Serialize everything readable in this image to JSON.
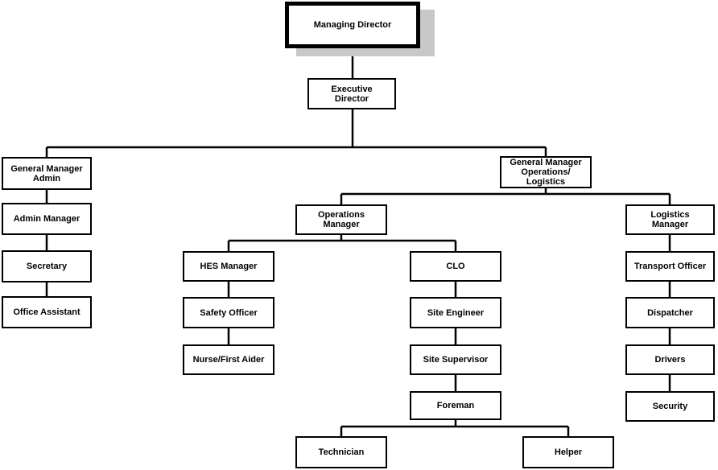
{
  "org_chart": {
    "managing_director": "Managing Director",
    "executive_director": "Executive\nDirector",
    "gm_admin": "General Manager\nAdmin",
    "gm_operations": "General Manager\nOperations/\nLogistics",
    "admin_manager": "Admin Manager",
    "secretary": "Secretary",
    "office_assistant": "Office Assistant",
    "operations_manager": "Operations\nManager",
    "logistics_manager": "Logistics\nManager",
    "hes_manager": "HES Manager",
    "safety_officer": "Safety Officer",
    "nurse_first_aider": "Nurse/First Aider",
    "clo": "CLO",
    "site_engineer": "Site Engineer",
    "site_supervisor": "Site Supervisor",
    "foreman": "Foreman",
    "technician": "Technician",
    "helper": "Helper",
    "transport_officer": "Transport Officer",
    "dispatcher": "Dispatcher",
    "drivers": "Drivers",
    "security": "Security"
  },
  "colors": {
    "line": "#000000",
    "box_border": "#000000",
    "shadow": "#c8c8c8"
  }
}
